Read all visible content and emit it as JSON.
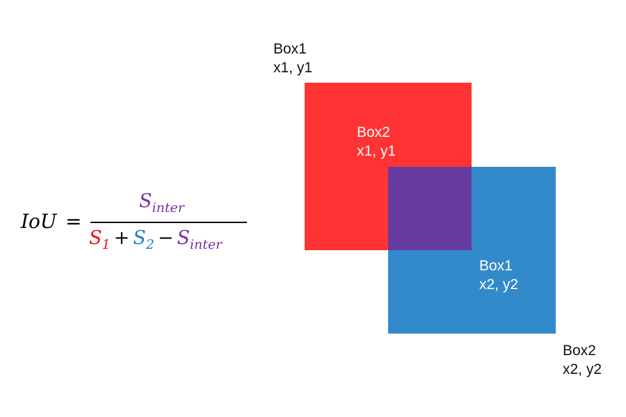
{
  "formula": {
    "lhs": "IoU",
    "equals": "=",
    "numerator": {
      "base": "S",
      "sub": "inter"
    },
    "denominator": {
      "term1": {
        "base": "S",
        "sub": "1"
      },
      "op1": "+",
      "term2": {
        "base": "S",
        "sub": "2"
      },
      "op2": "−",
      "term3": {
        "base": "S",
        "sub": "inter"
      }
    },
    "colors": {
      "s1": "#ee1111",
      "s2": "#1e7fc6",
      "inter": "#7b2f9e"
    }
  },
  "boxes": {
    "box1": {
      "fill": "#ff3333"
    },
    "box2": {
      "fill": "#338acb"
    },
    "overlap": {
      "fill": "#673a9f"
    }
  },
  "labels": {
    "box1_top_left": {
      "name": "Box1",
      "coords": "x1, y1"
    },
    "box2_top_left": {
      "name": "Box2",
      "coords": "x1, y1"
    },
    "box1_bottom_right": {
      "name": "Box1",
      "coords": "x2, y2"
    },
    "box2_bottom_right": {
      "name": "Box2",
      "coords": "x2, y2"
    }
  }
}
